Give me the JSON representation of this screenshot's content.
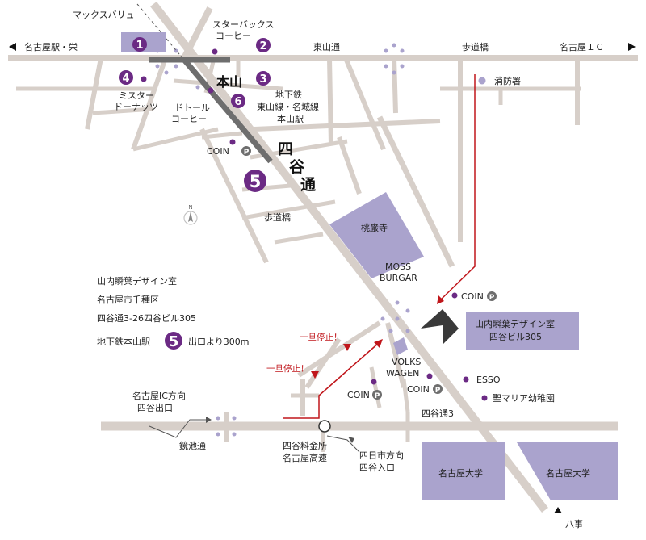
{
  "colors": {
    "road": "#d7cfc9",
    "block": "#aaa3cd",
    "block_dark": "#3a3a3a",
    "marker": "#6b2a84",
    "route": "#c0161b",
    "subway": "#6e6e6e"
  },
  "roads": {
    "top_left": "名古屋駅・栄",
    "higashiyama": "東山通",
    "hodokyo_top": "歩道橋",
    "nagoya_ic": "名古屋ＩＣ",
    "yotsuya": "四谷通",
    "hodokyo_mid": "歩道橋",
    "kyochi": "鏡池通",
    "yotsuya3": "四谷通3",
    "hachiji": "八事"
  },
  "places": {
    "max_valu": "マックスバリュ",
    "starbucks_1": "スターバックス",
    "starbucks_2": "コーヒー",
    "misuta_1": "ミスター",
    "misuta_2": "ドーナッツ",
    "doutor_1": "ドトール",
    "doutor_2": "コーヒー",
    "motoyama": "本山",
    "subway_1": "地下鉄",
    "subway_2": "東山線・名城線",
    "subway_3": "本山駅",
    "fire": "消防署",
    "coin_1": "COIN",
    "coin_2": "COIN",
    "coin_3": "COIN",
    "coin_4": "COIN",
    "temple": "桃巌寺",
    "moss_1": "MOSS",
    "moss_2": "BURGAR",
    "vw_1": "VOLKS",
    "vw_2": "WAGEN",
    "esso": "ESSO",
    "kindergarten": "聖マリア幼稚園",
    "univ_1": "名古屋大学",
    "univ_2": "名古屋大学",
    "target_1": "山内瞬葉デザイン室",
    "target_2": "四谷ビル305",
    "stop_1": "一旦停止！",
    "stop_2": "一旦停止！",
    "ic_dir_1": "名古屋IC方向",
    "ic_dir_2": "四谷出口",
    "toll_1": "四谷料金所",
    "toll_2": "名古屋高速",
    "yokkaichi_1": "四日市方向",
    "yokkaichi_2": "四谷入口",
    "north": "N",
    "parking": "P"
  },
  "markers": [
    "1",
    "2",
    "3",
    "4",
    "5",
    "6"
  ],
  "address": {
    "line1": "山内瞬葉デザイン室",
    "line2": "名古屋市千種区",
    "line3": "四谷通3-26四谷ビル305",
    "line4a": "地下鉄本山駅",
    "line4_num": "5",
    "line4b": "出口より300m"
  }
}
